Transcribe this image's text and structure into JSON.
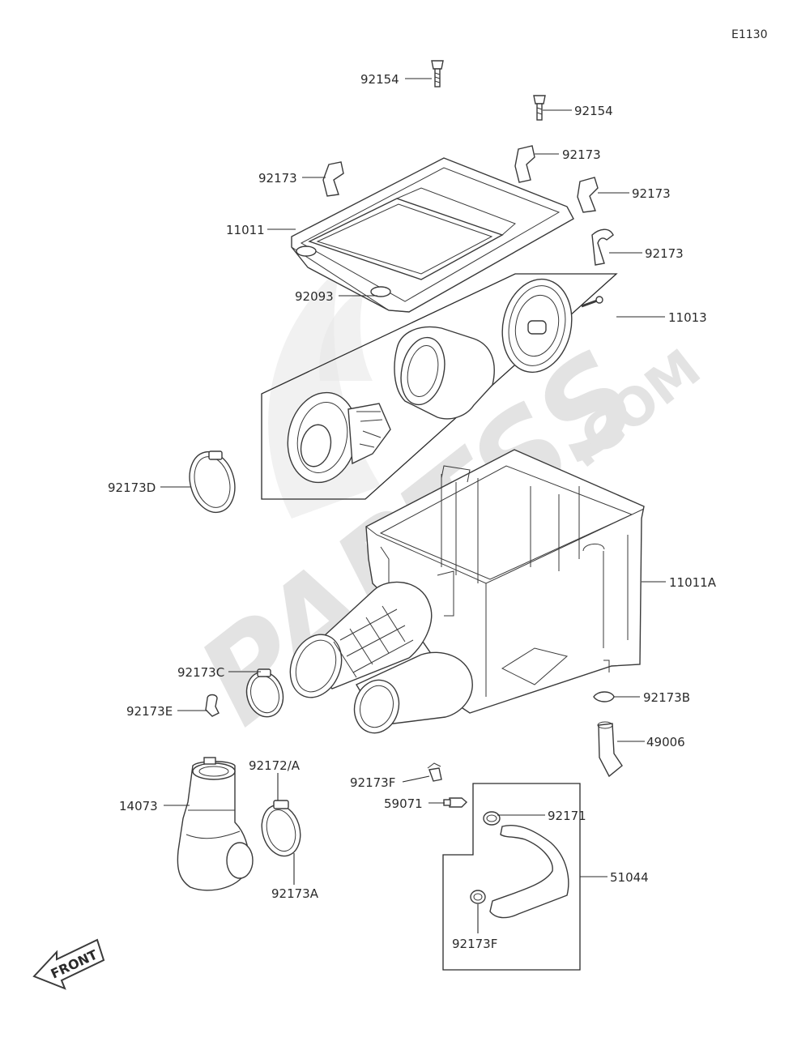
{
  "diagram_code": "E1130",
  "watermark": {
    "brand": "PARTSS",
    "suffix": ".COM"
  },
  "front_label": "FRONT",
  "labels": {
    "l92154a": "92154",
    "l92154b": "92154",
    "l92173a": "92173",
    "l92173b": "92173",
    "l92173c": "92173",
    "l92173d": "92173",
    "l11011": "11011",
    "l92093": "92093",
    "l11013": "11013",
    "l92173D": "92173D",
    "l11011A": "11011A",
    "l92173C": "92173C",
    "l92173E": "92173E",
    "l92173B": "92173B",
    "l49006": "49006",
    "l92172A": "92172/A",
    "l14073": "14073",
    "l92173F_a": "92173F",
    "l59071": "59071",
    "l92171": "92171",
    "l51044": "51044",
    "l92173A": "92173A",
    "l92173F_b": "92173F"
  }
}
